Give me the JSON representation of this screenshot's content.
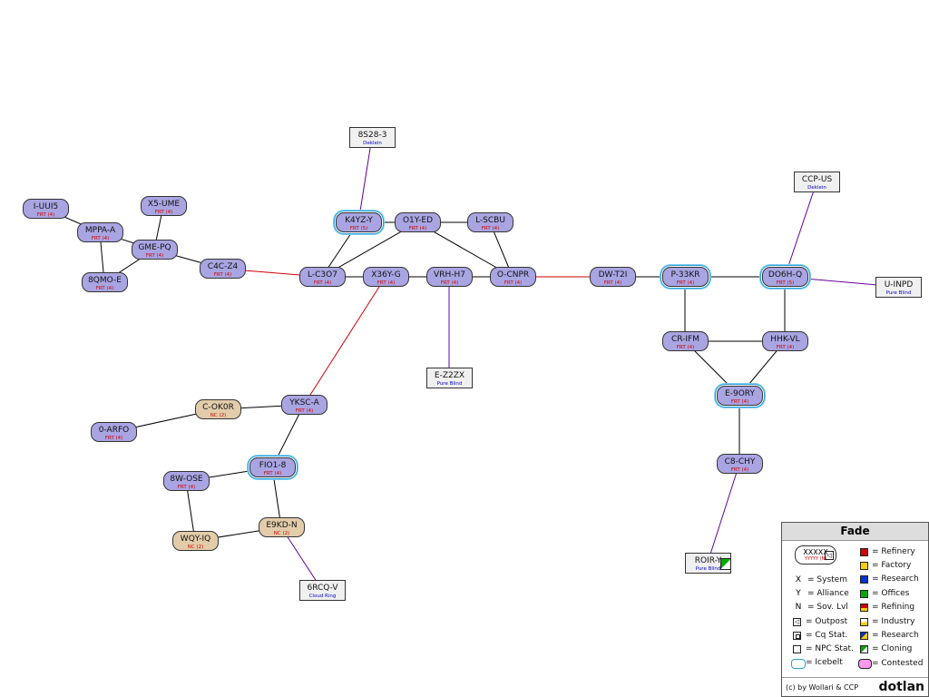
{
  "colors": {
    "system_fill": "#a9a5e2",
    "nc_fill": "#e2ccaa",
    "npc_fill": "#f0f0f0",
    "link_normal": "#000000",
    "link_region": "#cc0000",
    "link_constellation": "#660099",
    "alliance_text": "#cc0000",
    "npc_text": "#0000cc"
  },
  "nodes": {
    "8s28": {
      "name": "8S28-3",
      "sub": "Deklein"
    },
    "ccp": {
      "name": "CCP-US",
      "sub": "Deklein"
    },
    "iuui": {
      "name": "I-UUI5",
      "sub": "FRT (4)"
    },
    "x5": {
      "name": "X5-UME",
      "sub": "FRT (4)"
    },
    "mppa": {
      "name": "MPPA-A",
      "sub": "FRT (4)"
    },
    "gme": {
      "name": "GME-PQ",
      "sub": "FRT (4)"
    },
    "8qmo": {
      "name": "8QMO-E",
      "sub": "FRT (4)"
    },
    "c4c": {
      "name": "C4C-Z4",
      "sub": "FRT (4)"
    },
    "k4yz": {
      "name": "K4YZ-Y",
      "sub": "FRT (5)"
    },
    "o1y": {
      "name": "O1Y-ED",
      "sub": "FRT (4)"
    },
    "lscbu": {
      "name": "L-SCBU",
      "sub": "FRT (4)"
    },
    "lc3o7": {
      "name": "L-C3O7",
      "sub": "FRT (4)"
    },
    "x36y": {
      "name": "X36Y-G",
      "sub": "FRT (4)"
    },
    "vrh": {
      "name": "VRH-H7",
      "sub": "FRT (4)"
    },
    "ocnpr": {
      "name": "O-CNPR",
      "sub": "FRT (4)"
    },
    "dwt2i": {
      "name": "DW-T2I",
      "sub": "FRT (4)"
    },
    "p33kr": {
      "name": "P-33KR",
      "sub": "FRT (4)"
    },
    "do6h": {
      "name": "DO6H-Q",
      "sub": "FRT (5)"
    },
    "uinpd": {
      "name": "U-INPD",
      "sub": "Pure Blind"
    },
    "ez2zx": {
      "name": "E-Z2ZX",
      "sub": "Pure Blind"
    },
    "crifm": {
      "name": "CR-IFM",
      "sub": "FRT (4)"
    },
    "hhk": {
      "name": "HHK-VL",
      "sub": "FRT (4)"
    },
    "e9ory": {
      "name": "E-9ORY",
      "sub": "FRT (4)"
    },
    "c8chy": {
      "name": "C8-CHY",
      "sub": "FRT (4)"
    },
    "roir": {
      "name": "ROIR-Y",
      "sub": "Pure Blind"
    },
    "cok0r": {
      "name": "C-OK0R",
      "sub": "NC (2)"
    },
    "yksc": {
      "name": "YKSC-A",
      "sub": "FRT (4)"
    },
    "0arfo": {
      "name": "0-ARFO",
      "sub": "FRT (4)"
    },
    "fio1": {
      "name": "FIO1-8",
      "sub": "FRT (4)"
    },
    "8wose": {
      "name": "8W-OSE",
      "sub": "FRT (4)"
    },
    "e9kd": {
      "name": "E9KD-N",
      "sub": "NC (2)"
    },
    "wqy": {
      "name": "WQY-IQ",
      "sub": "NC (2)"
    },
    "6rcq": {
      "name": "6RCQ-V",
      "sub": "Cloud Ring"
    }
  },
  "legend": {
    "title": "Fade",
    "sample_name": "XXXXX",
    "sample_sub": "YYYYY (N)",
    "keys": [
      {
        "key": "X",
        "label": "= System"
      },
      {
        "key": "Y",
        "label": "= Alliance"
      },
      {
        "key": "N",
        "label": "= Sov. Lvl"
      }
    ],
    "left_items": [
      "= Outpost",
      "= Cq Stat.",
      "= NPC Stat.",
      "= Icebelt"
    ],
    "right_items": [
      "= Refinery",
      "= Factory",
      "= Research",
      "= Offices",
      "= Refining",
      "= Industry",
      "= Research",
      "= Cloning",
      "= Contested"
    ],
    "credit": "(c) by Wollari & CCP",
    "brand": "dotlan"
  }
}
